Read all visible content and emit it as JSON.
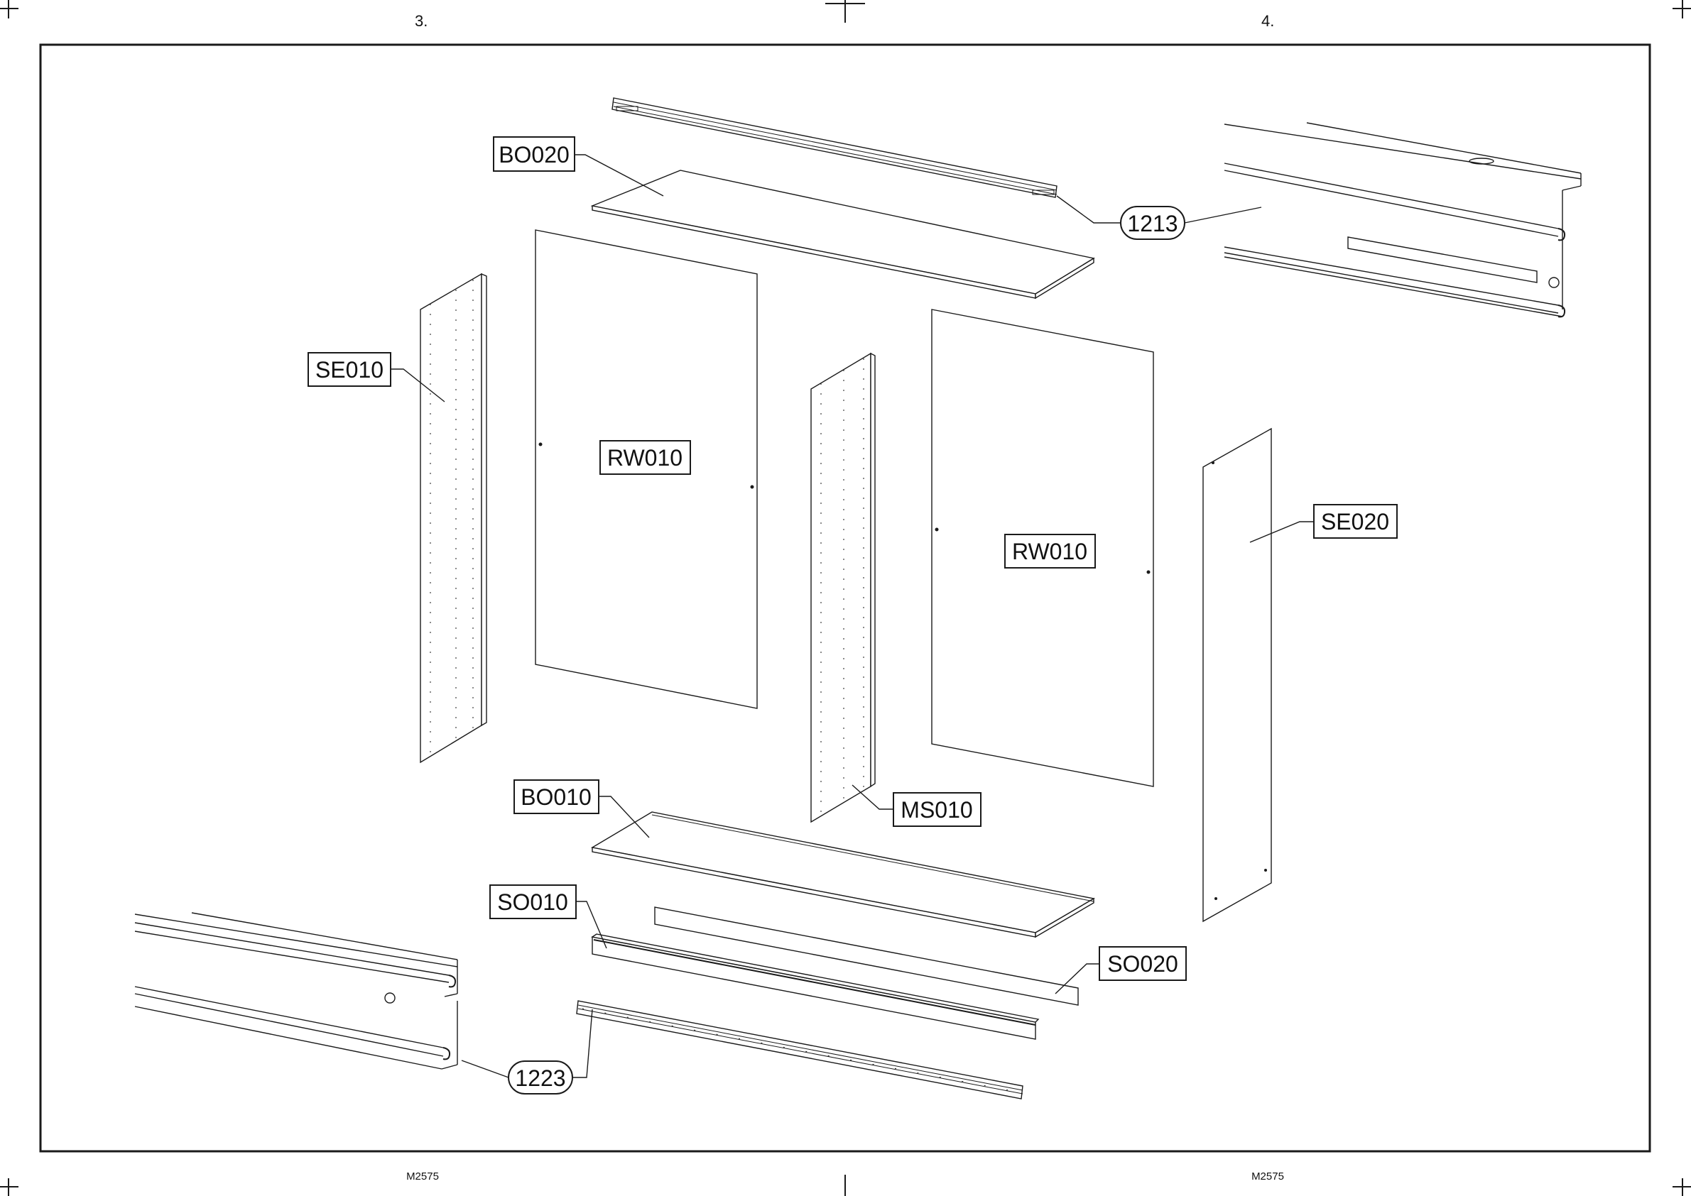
{
  "page_numbers": {
    "left": "3.",
    "right": "4."
  },
  "footer": {
    "left_code": "M2575",
    "right_code": "M2575"
  },
  "labels": {
    "bo020": "BO020",
    "se010": "SE010",
    "rw010_left": "RW010",
    "rw010_right": "RW010",
    "se020": "SE020",
    "bo010": "BO010",
    "ms010": "MS010",
    "so010": "SO010",
    "so020": "SO020",
    "c1213": "1213",
    "c1223": "1223"
  },
  "colors": {
    "line": "#1a1a1a",
    "paper": "#ffffff"
  }
}
